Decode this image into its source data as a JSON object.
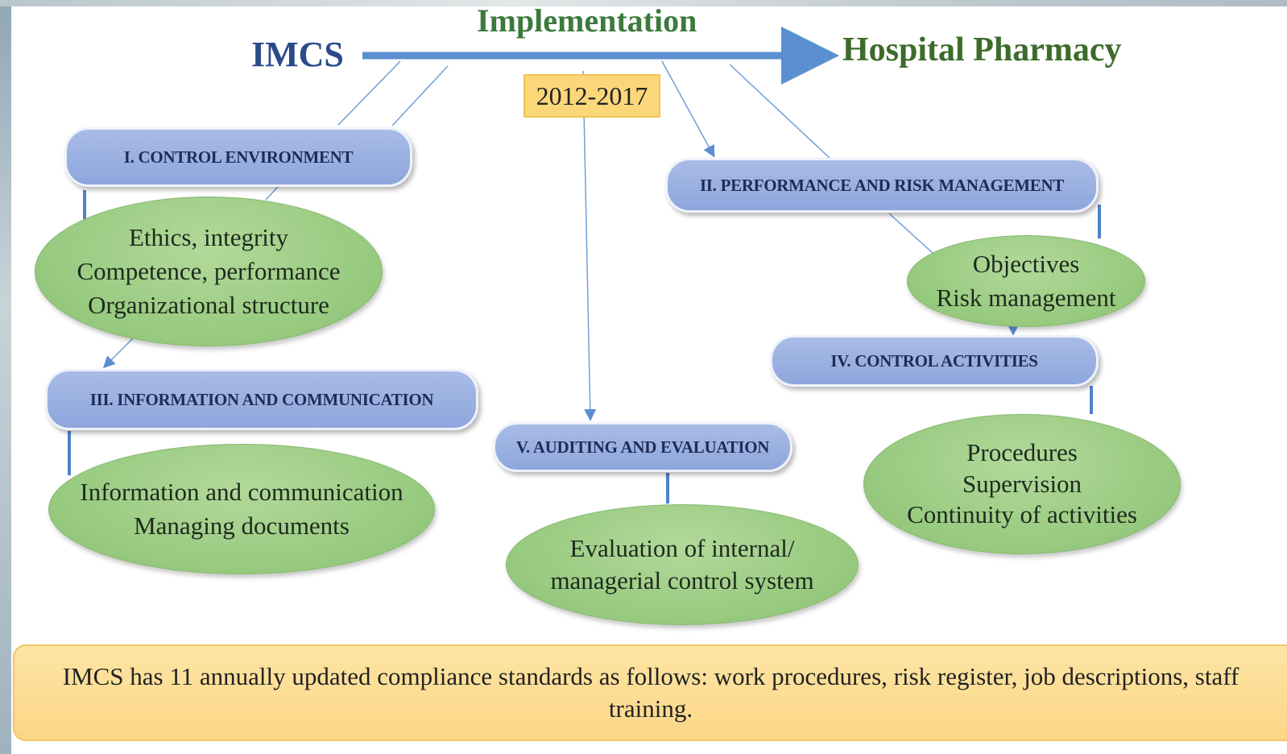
{
  "header": {
    "implementation": "Implementation",
    "left_label": "IMCS",
    "right_label": "Hospital Pharmacy",
    "years": "2012-2017"
  },
  "components": [
    {
      "heading": "I. CONTROL ENVIRONMENT",
      "items": [
        "Ethics, integrity",
        "Competence, performance",
        "Organizational structure"
      ]
    },
    {
      "heading": "II. PERFORMANCE AND RISK MANAGEMENT",
      "items": [
        "Objectives",
        "Risk management"
      ]
    },
    {
      "heading": "III. INFORMATION AND COMMUNICATION",
      "items": [
        "Information and communication",
        "Managing documents"
      ]
    },
    {
      "heading": "IV. CONTROL ACTIVITIES",
      "items": [
        "Procedures",
        "Supervision",
        "Continuity of activities"
      ]
    },
    {
      "heading": "V. AUDITING AND EVALUATION",
      "items": [
        "Evaluation of internal/",
        "managerial control system"
      ]
    }
  ],
  "footer": {
    "note": "IMCS has 11 annually updated compliance standards as follows: work procedures, risk register, job descriptions, staff training."
  },
  "colors": {
    "pill_fill": "#8ea6dd",
    "oval_fill": "#96c97e",
    "arrow": "#5b8fd0",
    "years_fill": "#fbd77a",
    "footer_fill": "#fbd687"
  }
}
